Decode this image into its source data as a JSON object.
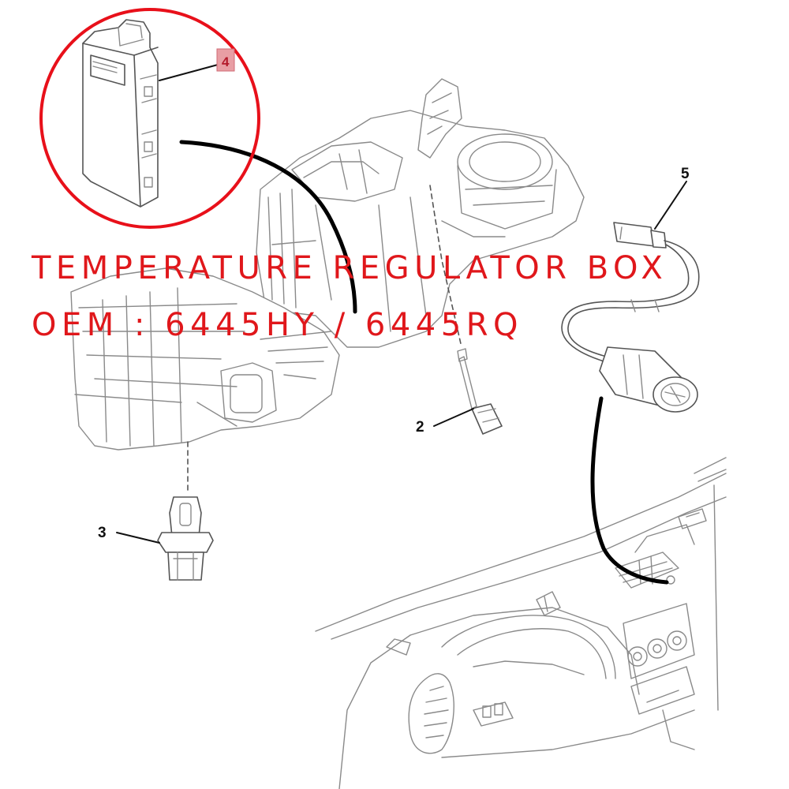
{
  "overlay": {
    "line1": "TEMPERATURE REGULATOR BOX",
    "line2": "OEM : 6445HY / 6445RQ",
    "color": "#e0171b"
  },
  "callouts": {
    "c2": "2",
    "c3": "3",
    "c4": "4",
    "c5": "5"
  },
  "highlight_color": "#e8101a",
  "callout4_box_color": "#e89ea4"
}
